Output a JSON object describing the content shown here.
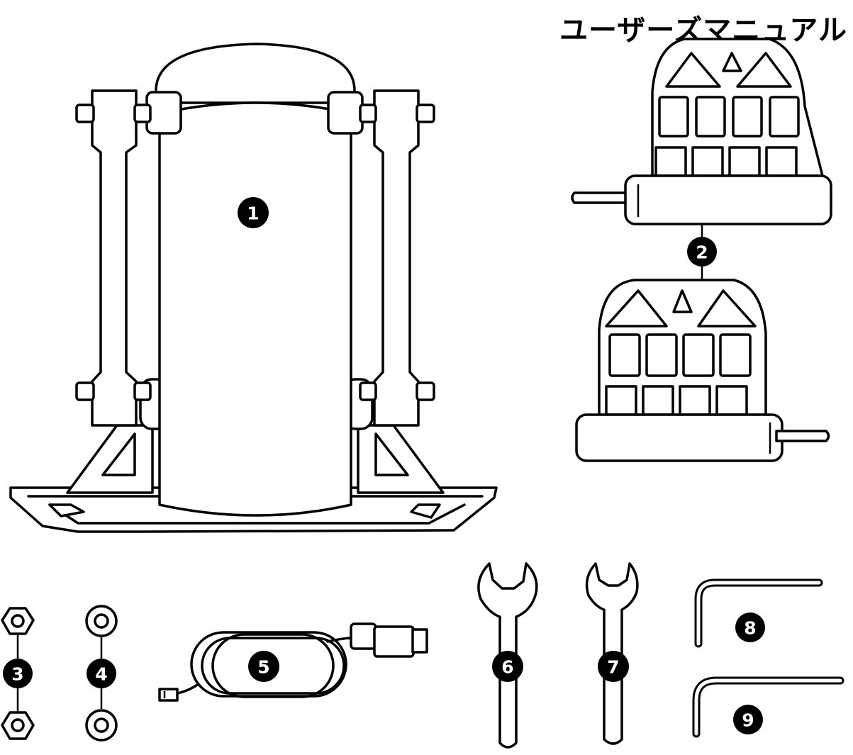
{
  "header": {
    "title": "ユーザーズマニュアル"
  },
  "badges": {
    "b1": "1",
    "b2": "2",
    "b3": "3",
    "b4": "4",
    "b5": "5",
    "b6": "6",
    "b7": "7",
    "b8": "8",
    "b9": "9"
  },
  "colors": {
    "line": "#000000",
    "background": "#ffffff",
    "badge": "#000000",
    "badge_text": "#ffffff"
  }
}
